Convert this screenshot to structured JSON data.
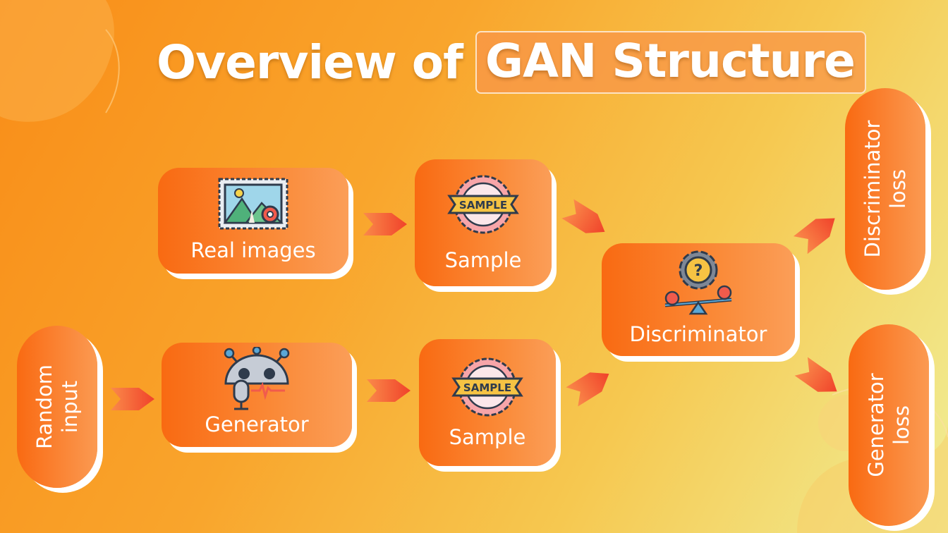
{
  "title": {
    "prefix": "Overview of",
    "highlight": "GAN Structure"
  },
  "nodes": {
    "random_input": "Random\ninput",
    "real_images": "Real images",
    "generator": "Generator",
    "sample_top": "Sample",
    "sample_bottom": "Sample",
    "discriminator": "Discriminator",
    "discriminator_loss": "Discriminator\nloss",
    "generator_loss": "Generator\nloss"
  },
  "sample_badge_text": "SAMPLE",
  "icons": {
    "real_images": "framed-landscape-icon",
    "generator": "robot-generator-icon",
    "sample": "sample-stamp-icon",
    "discriminator": "gear-question-balance-icon"
  },
  "colors": {
    "node": "#f97316",
    "arrow": "#f5522a",
    "shadow": "#ffffff"
  }
}
